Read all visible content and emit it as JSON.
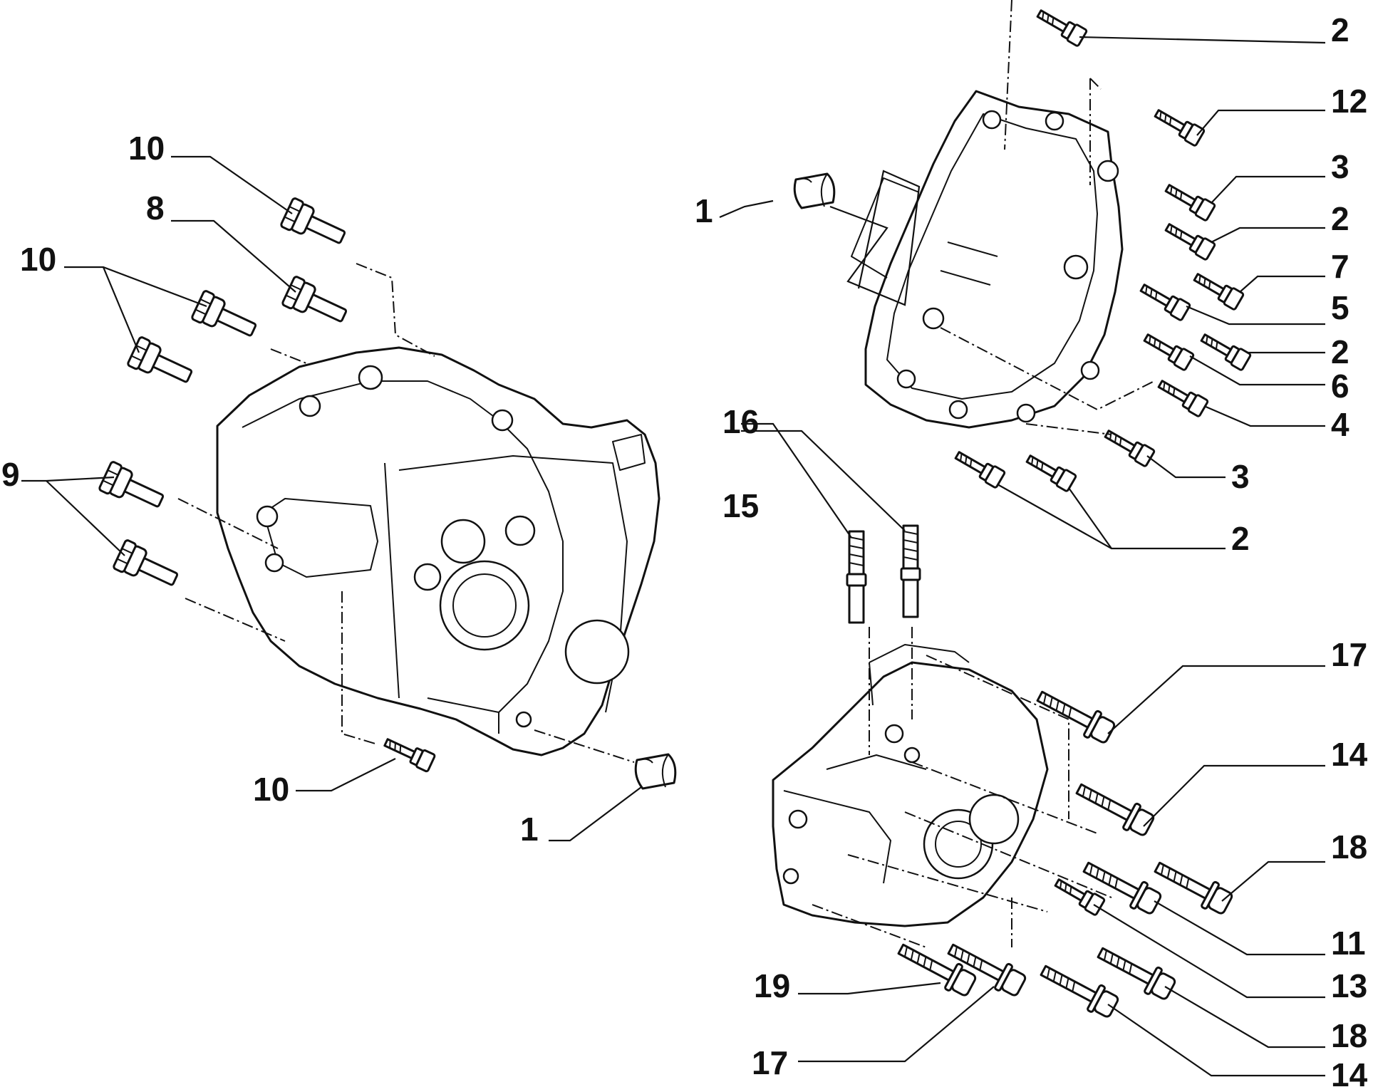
{
  "diagram": {
    "callouts": [
      {
        "id": "c-2-top",
        "text": "2"
      },
      {
        "id": "c-12",
        "text": "12"
      },
      {
        "id": "c-3-right",
        "text": "3"
      },
      {
        "id": "c-2-right-a",
        "text": "2"
      },
      {
        "id": "c-7",
        "text": "7"
      },
      {
        "id": "c-5",
        "text": "5"
      },
      {
        "id": "c-2-right-b",
        "text": "2"
      },
      {
        "id": "c-6",
        "text": "6"
      },
      {
        "id": "c-4",
        "text": "4"
      },
      {
        "id": "c-3-lower",
        "text": "3"
      },
      {
        "id": "c-2-lower",
        "text": "2"
      },
      {
        "id": "c-1-upper",
        "text": "1"
      },
      {
        "id": "c-10-top",
        "text": "10"
      },
      {
        "id": "c-8",
        "text": "8"
      },
      {
        "id": "c-10-left",
        "text": "10"
      },
      {
        "id": "c-9",
        "text": "9"
      },
      {
        "id": "c-10-bottom",
        "text": "10"
      },
      {
        "id": "c-1-lower",
        "text": "1"
      },
      {
        "id": "c-16",
        "text": "16"
      },
      {
        "id": "c-15",
        "text": "15"
      },
      {
        "id": "c-17-right",
        "text": "17"
      },
      {
        "id": "c-14-right",
        "text": "14"
      },
      {
        "id": "c-18-right",
        "text": "18"
      },
      {
        "id": "c-11",
        "text": "11"
      },
      {
        "id": "c-13",
        "text": "13"
      },
      {
        "id": "c-18-lower",
        "text": "18"
      },
      {
        "id": "c-14-lower",
        "text": "14"
      },
      {
        "id": "c-19",
        "text": "19"
      },
      {
        "id": "c-17-lower",
        "text": "17"
      }
    ]
  }
}
